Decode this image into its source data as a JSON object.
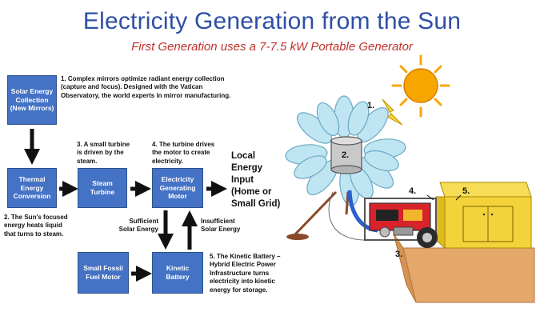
{
  "title": "Electricity Generation from the Sun",
  "subtitle": "First Generation uses a 7-7.5 kW Portable Generator",
  "boxes": {
    "solar_collection": "Solar Energy Collection (New Mirrors)",
    "thermal_conversion": "Thermal Energy Conversion",
    "steam_turbine": "Steam Turbine",
    "generating_motor": "Electricity Generating Motor",
    "fossil_motor": "Small Fossil Fuel Motor",
    "kinetic_battery": "Kinetic Battery"
  },
  "notes": {
    "step1": "1. Complex mirrors optimize radiant energy collection (capture and focus). Designed with the Vatican Observatory, the world experts in mirror manufacturing.",
    "step2": "2. The Sun's focused energy heats liquid that turns to steam.",
    "step3": "3. A small turbine is driven by the steam.",
    "step4": "4. The turbine drives the motor to create electricity.",
    "step5": "5. The Kinetic Battery – Hybrid Electric Power Infrastructure turns electricity into kinetic energy for storage.",
    "sufficient": "Sufficient Solar Energy",
    "insufficient": "Insufficient Solar Energy",
    "local": "Local Energy Input (Home or Small Grid)"
  },
  "illustration_labels": {
    "n1": "1.",
    "n2": "2.",
    "n3": "3.",
    "n4": "4.",
    "n5": "5."
  },
  "colors": {
    "title": "#2f4fa6",
    "subtitle": "#c0302a",
    "box": "#4472c4",
    "sun": "#f7a600",
    "petal": "#bfe4f2",
    "cabinet": "#f3d23c",
    "base": "#e3a86a"
  }
}
